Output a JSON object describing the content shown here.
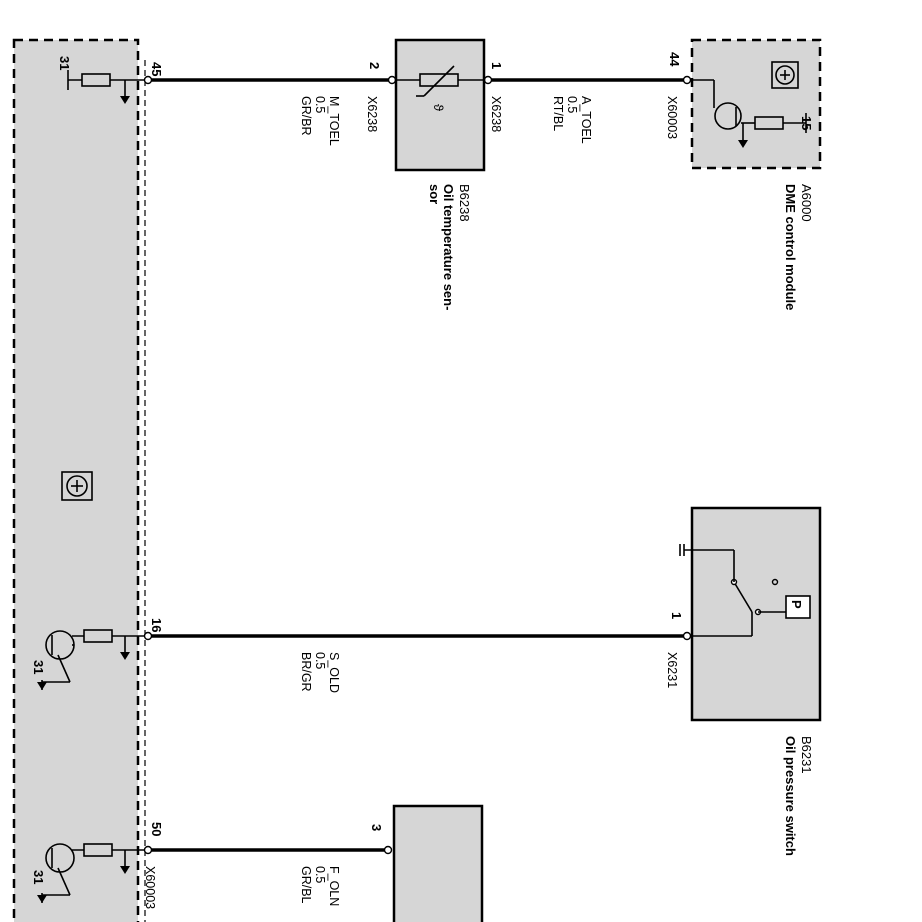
{
  "ecu_main": {
    "ground_ref": "31",
    "connector_bottom": "X60003"
  },
  "pins": {
    "p45": "45",
    "p16": "16",
    "p50": "50",
    "p44": "44",
    "p2": "2",
    "p1_sensor": "1",
    "p1_switch": "1",
    "p3": "3",
    "p15": "15",
    "g31a": "31",
    "g31b": "31",
    "g31c": "31"
  },
  "wire_labels": {
    "m_toel": {
      "signal": "M_TOEL",
      "size": "0.5",
      "color": "GR/BR"
    },
    "a_toel": {
      "signal": "A_TOEL",
      "size": "0.5",
      "color": "RT/BL"
    },
    "s_old": {
      "signal": "S_OLD",
      "size": "0.5",
      "color": "BR/GR"
    },
    "f_oln": {
      "signal": "F_OLN",
      "size": "0.5",
      "color": "GR/BL"
    }
  },
  "connectors": {
    "x6238_left": "X6238",
    "x6238_right": "X6238",
    "x60003_top": "X60003",
    "x60003_bottom": "X60003",
    "x6231": "X6231"
  },
  "components": {
    "a6000": {
      "code": "A6000",
      "name": "DME control module"
    },
    "b6238": {
      "code": "B6238",
      "name_line1": "Oil temperature sen-",
      "name_line2": "sor"
    },
    "b6231": {
      "code": "B6231",
      "name": "Oil pressure switch"
    }
  },
  "symbols": {
    "theta": "ϑ",
    "pressure": "P"
  },
  "colors": {
    "component_fill": "#d6d6d6",
    "line": "#000000"
  }
}
